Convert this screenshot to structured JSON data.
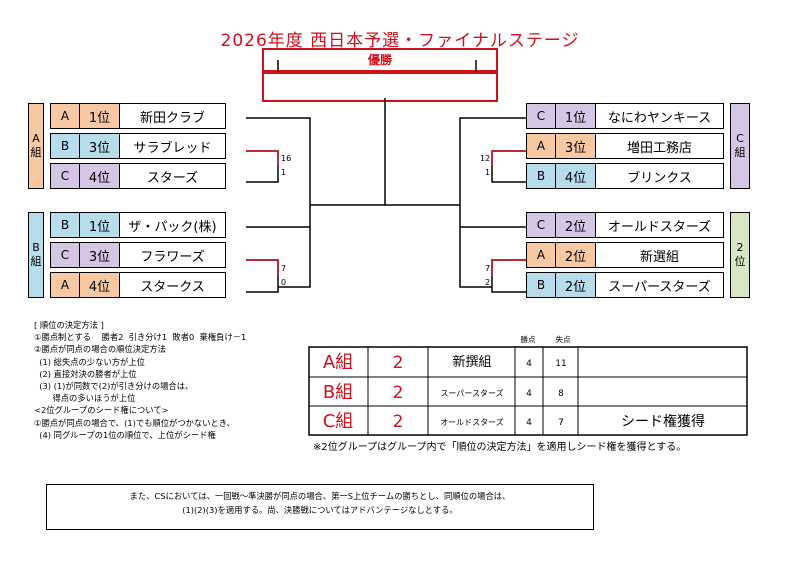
{
  "title": "2026年度  西日本予選・ファイナルステージ",
  "champion": {
    "label": "優勝",
    "value": ""
  },
  "left_groups": [
    {
      "side_label": "A\n組",
      "color": "a",
      "rows": [
        {
          "group": "A",
          "rank": "1位",
          "team": "新田クラブ",
          "color": "a"
        },
        {
          "group": "B",
          "rank": "3位",
          "team": "サラブレッド",
          "color": "b"
        },
        {
          "group": "C",
          "rank": "4位",
          "team": "スターズ",
          "color": "c"
        }
      ]
    },
    {
      "side_label": "B\n組",
      "color": "b",
      "rows": [
        {
          "group": "B",
          "rank": "1位",
          "team": "ザ・パック(株)",
          "color": "b"
        },
        {
          "group": "C",
          "rank": "3位",
          "team": "フラワーズ",
          "color": "c"
        },
        {
          "group": "A",
          "rank": "4位",
          "team": "スタークス",
          "color": "a"
        }
      ]
    }
  ],
  "right_groups": [
    {
      "side_label": "C\n組",
      "color": "c",
      "rows": [
        {
          "group": "C",
          "rank": "1位",
          "team": "なにわヤンキース",
          "color": "c"
        },
        {
          "group": "A",
          "rank": "3位",
          "team": "増田工務店",
          "color": "a"
        },
        {
          "group": "B",
          "rank": "4位",
          "team": "ブリンクス",
          "color": "b"
        }
      ]
    },
    {
      "side_label": "2\n位",
      "color": "g",
      "rows": [
        {
          "group": "C",
          "rank": "2位",
          "team": "オールドスターズ",
          "color": "c"
        },
        {
          "group": "A",
          "rank": "2位",
          "team": "新選組",
          "color": "a"
        },
        {
          "group": "B",
          "rank": "2位",
          "team": "スーパースターズ",
          "color": "b"
        }
      ]
    }
  ],
  "scores": {
    "left_top": {
      "win": "16",
      "lose": "1"
    },
    "left_bottom": {
      "win": "7",
      "lose": "0"
    },
    "right_top": {
      "win": "12",
      "lose": "1"
    },
    "right_bottom": {
      "win": "7",
      "lose": "2"
    }
  },
  "rules_text": "[ 順位の決定方法 ]\n①勝点制とする    勝者2  引き分け1  敗者0  棄権負け－1\n②勝点が同点の場合の順位決定方法\n  (1) 総失点の少ない方が上位\n  (2) 直接対決の勝者が上位\n  (3) (1)が同数で(2)が引き分けの場合は、\n       得点の多いほうが上位\n<2位グループのシード権について>\n①勝点が同点の場合で、(1)でも順位がつかないとき、\n  (4) 同グループの1位の順位で、上位がシード権",
  "standings": {
    "headers": {
      "points": "勝点",
      "conceded": "失点"
    },
    "rows": [
      {
        "group": "A組",
        "rank": "2",
        "team": "新撰組",
        "points": "4",
        "conceded": "11",
        "note": ""
      },
      {
        "group": "B組",
        "rank": "2",
        "team": "スーパースターズ",
        "points": "4",
        "conceded": "8",
        "note": ""
      },
      {
        "group": "C組",
        "rank": "2",
        "team": "オールドスターズ",
        "points": "4",
        "conceded": "7",
        "note": "シード権獲得"
      }
    ]
  },
  "standings_note": "※2位グループはグループ内で「順位の決定方法」を適用しシード権を獲得とする。",
  "bottom_note": "また、CSにおいては、一回戦～準決勝が同点の場合、第一S上位チームの勝ちとし、同順位の場合は、\n(1)(2)(3)を適用する。尚、決勝戦についてはアドバンテージなしとする。",
  "colors": {
    "red": "#d0101a",
    "a": "#f6c9a3",
    "b": "#b7dcec",
    "c": "#d4c6e4",
    "g": "#d7e6c4"
  }
}
